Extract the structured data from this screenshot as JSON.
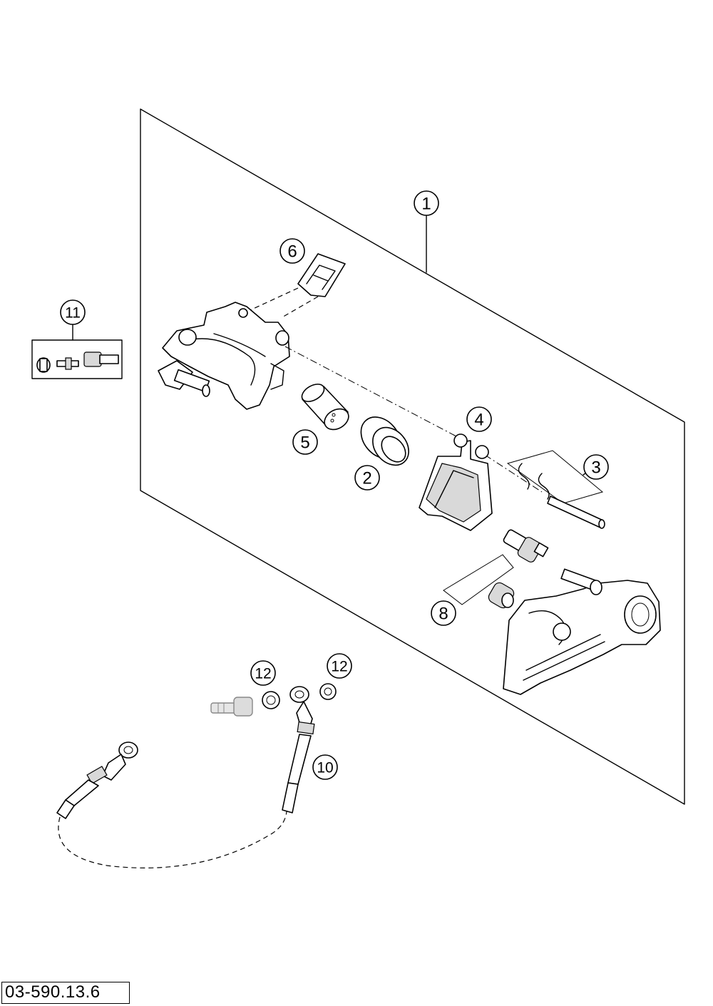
{
  "diagram": {
    "reference_number": "03-590.13.6",
    "callouts": [
      {
        "id": "c1",
        "label": "1"
      },
      {
        "id": "c2",
        "label": "2"
      },
      {
        "id": "c3",
        "label": "3"
      },
      {
        "id": "c4",
        "label": "4"
      },
      {
        "id": "c5",
        "label": "5"
      },
      {
        "id": "c6",
        "label": "6"
      },
      {
        "id": "c8",
        "label": "8"
      },
      {
        "id": "c10",
        "label": "10"
      },
      {
        "id": "c11",
        "label": "11"
      },
      {
        "id": "c12a",
        "label": "12"
      },
      {
        "id": "c12b",
        "label": "12"
      }
    ]
  }
}
